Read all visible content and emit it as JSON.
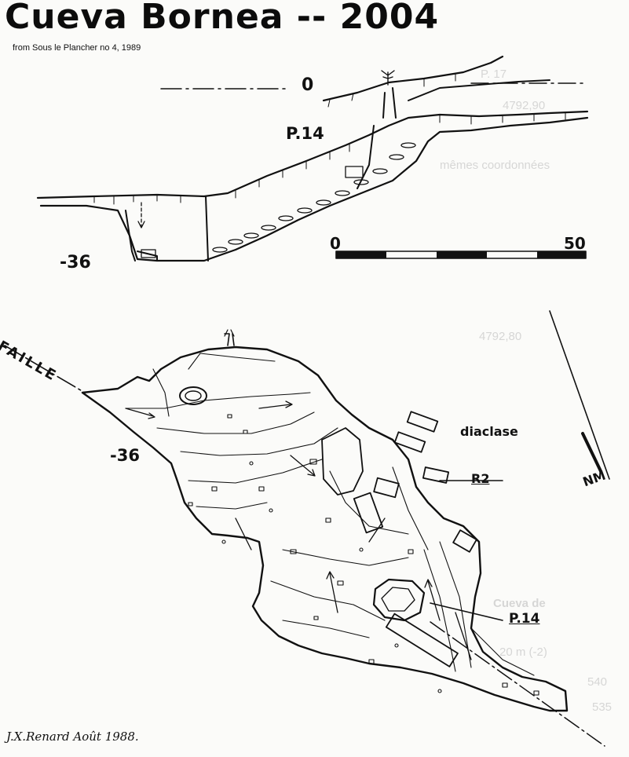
{
  "header": {
    "title": "Cueva Bornea -- 2004",
    "source": "from Sous le Plancher no 4, 1989"
  },
  "profile": {
    "datum_label": "0",
    "shaft_label": "P.14",
    "depth_label": "-36"
  },
  "scale_bar": {
    "start_label": "0",
    "end_label": "50"
  },
  "plan": {
    "fault_label": "FAILLE",
    "depth_label": "-36",
    "diaclase_label": "diaclase",
    "r2_label": "R2",
    "shaft_label": "P.14",
    "north_label": "NM"
  },
  "footer": {
    "author": "J.X.Renard  Août 1988."
  },
  "background_text": [
    "P. 17",
    "4792,90",
    "mêmes coordonnées",
    "4792,80",
    "Cueva de",
    "20 m (-2)",
    "540",
    "535"
  ],
  "colors": {
    "ink": "#111111",
    "paper": "#fbfbf9",
    "ghost_text": "#b8b8b8"
  }
}
